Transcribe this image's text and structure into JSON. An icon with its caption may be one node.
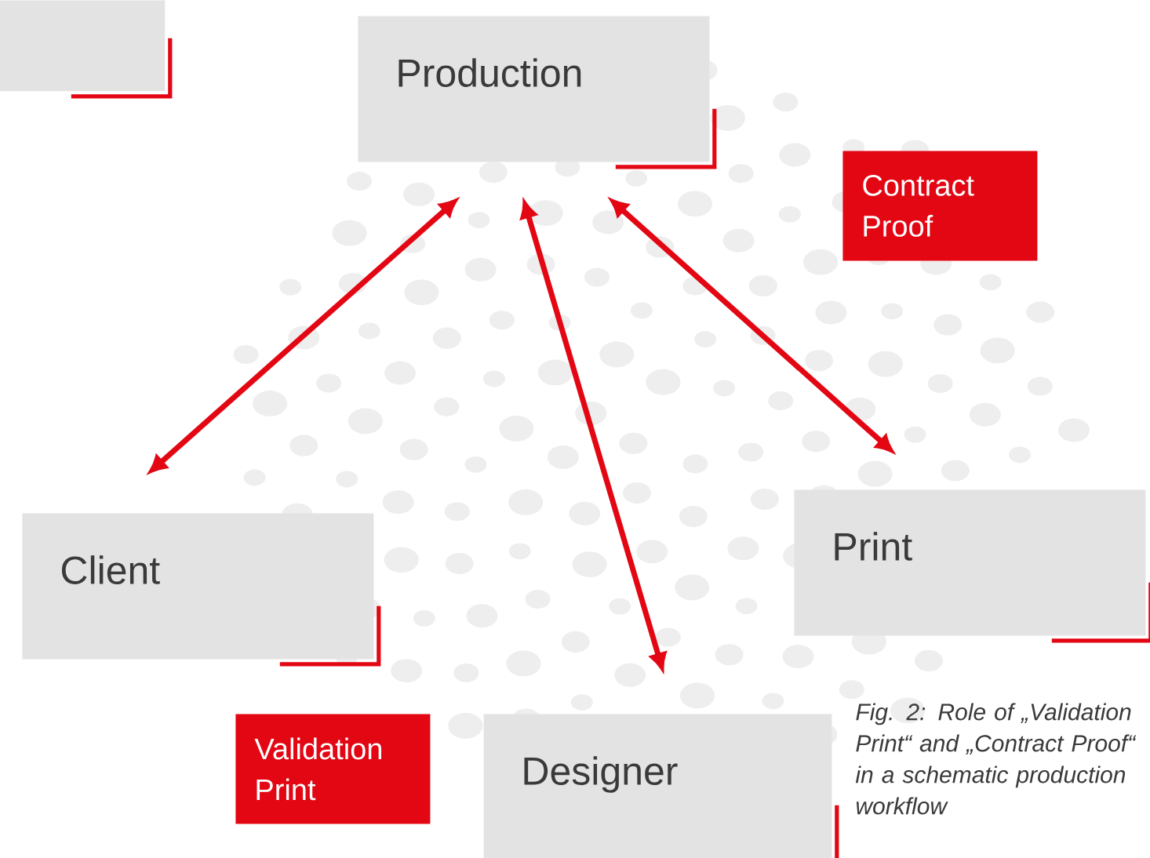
{
  "diagram": {
    "caption": "Fig. 2: Role of „Validation Print“ and „Contract Proof“ in a schematic production workflow",
    "nodes": [
      {
        "text": [],
        "shape": "box"
      },
      {
        "text": [
          "Production"
        ]
      },
      {
        "text": [
          "Contract Proof"
        ]
      },
      {
        "text": [
          "Client"
        ]
      },
      {
        "text": [
          "Print"
        ]
      },
      {
        "text": [
          "Validation Print"
        ]
      },
      {
        "text": [
          "Designer"
        ]
      }
    ],
    "edges": [
      {
        "from": 1,
        "to": 3,
        "arrow": "both"
      },
      {
        "from": 1,
        "to": 6,
        "arrow": "both"
      },
      {
        "from": 1,
        "to": 4,
        "arrow": "both"
      }
    ]
  }
}
